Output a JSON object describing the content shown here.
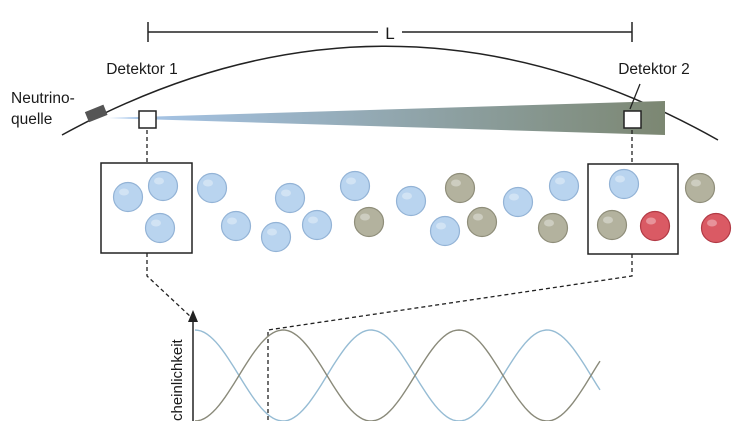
{
  "labels": {
    "distance": "L",
    "source_line1": "Neutrino-",
    "source_line2": "quelle",
    "detector1": "Detektor 1",
    "detector2": "Detektor 2",
    "y_axis": "cheinlichkeit"
  },
  "colors": {
    "blue": "#b9d4ef",
    "blue_edge": "#93b3d6",
    "grey": "#b3b29e",
    "grey_edge": "#8f8e7a",
    "red": "#da5a64",
    "red_edge": "#b23a45",
    "beam_start": "#a8c8ee",
    "beam_end": "#7c8772",
    "curve_blue": "#96bcd4",
    "curve_grey": "#8a8a7a"
  },
  "particles": [
    "blue",
    "blue",
    "blue",
    "blue",
    "blue",
    "blue",
    "blue",
    "blue",
    "blue",
    "grey",
    "blue",
    "blue",
    "grey",
    "grey",
    "blue",
    "grey",
    "blue",
    "blue",
    "grey",
    "red",
    "grey",
    "red"
  ]
}
